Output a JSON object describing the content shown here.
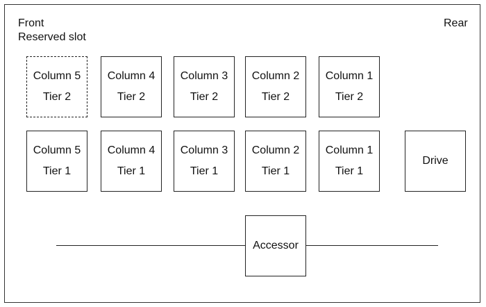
{
  "labels": {
    "front": "Front",
    "rear": "Rear",
    "reserved": "Reserved slot"
  },
  "tier2": [
    {
      "column": "Column 5",
      "tier": "Tier 2",
      "style": "dashed"
    },
    {
      "column": "Column 4",
      "tier": "Tier 2",
      "style": "solid"
    },
    {
      "column": "Column 3",
      "tier": "Tier 2",
      "style": "solid"
    },
    {
      "column": "Column 2",
      "tier": "Tier 2",
      "style": "solid"
    },
    {
      "column": "Column 1",
      "tier": "Tier 2",
      "style": "solid"
    }
  ],
  "tier1": [
    {
      "column": "Column 5",
      "tier": "Tier 1"
    },
    {
      "column": "Column 4",
      "tier": "Tier 1"
    },
    {
      "column": "Column 3",
      "tier": "Tier 1"
    },
    {
      "column": "Column 2",
      "tier": "Tier 1"
    },
    {
      "column": "Column 1",
      "tier": "Tier 1"
    }
  ],
  "drive": "Drive",
  "accessor": "Accessor"
}
